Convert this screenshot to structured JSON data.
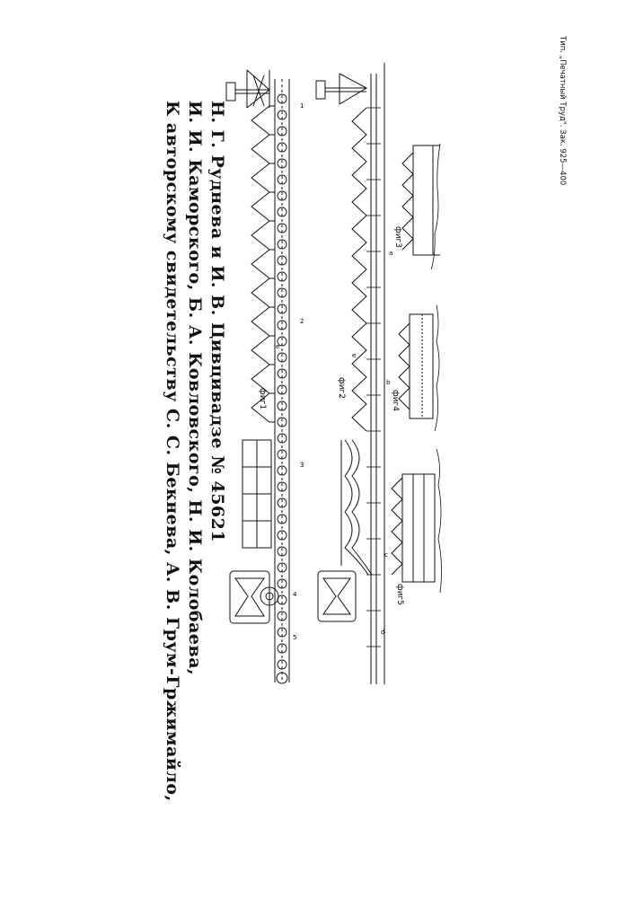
{
  "author_lines": [
    "К авторскому свидетельству С. С. Бекнева, А. В. Грум-Гржимайло,",
    "И. И. Каморского, Б. А. Ковловского, Н. И. Колобаева,",
    "Н. Г. Руднева и И. В. Цивцивадзе № 45621"
  ],
  "printer_note": "Тип. „Печатный Труд\". Зак. 925—400",
  "figures": {
    "fig1": "фиг1",
    "fig2": "фиг2",
    "fig3": "фиг3",
    "fig4": "фиг4",
    "fig5": "фиг5"
  },
  "callouts": {
    "a": "a",
    "b": "b",
    "c": "c",
    "d": "d",
    "e1": "e",
    "e2": "e",
    "one": "1",
    "two": "2",
    "three": "3",
    "four": "4",
    "five": "5"
  }
}
